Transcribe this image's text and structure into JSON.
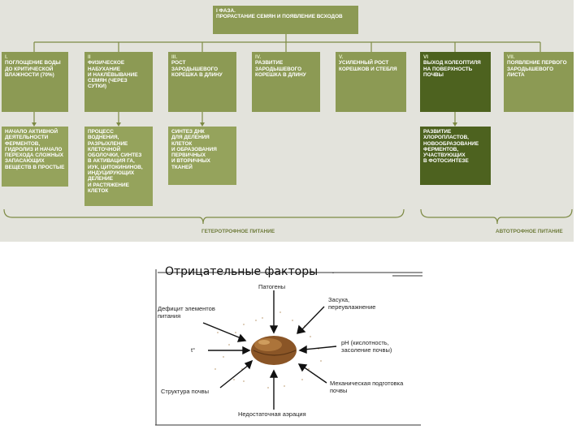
{
  "phase": {
    "title": "I фаза.\nпрорастание семян и появление всходов"
  },
  "stages": [
    {
      "num": "I.",
      "text": "Поглощение воды\nдо критической\nвлажности (70%)"
    },
    {
      "num": "II",
      "text": "Физическое\nнабухание\nи наклёвывание\nсемян (через\nсутки)"
    },
    {
      "num": "III.",
      "text": "Рост\nзародышевого\nкорешка в длину"
    },
    {
      "num": "IV.",
      "text": "Развитие\nзародышевого\nкорешка в длину"
    },
    {
      "num": "V.",
      "text": "Усиленный рост\nкорешков и стебля"
    },
    {
      "num": "VI",
      "text": "Выход колеоптиля\nна поверхность\nпочвы"
    },
    {
      "num": "VII.",
      "text": "Появление первого\nзародышевого\nлиста"
    }
  ],
  "details": [
    {
      "text": "Начало активной\nдеятельности\nферментов,\nгидролиз и начало\nперехода сложных\nзапасающих\nвеществ в простые"
    },
    {
      "text": "Процесс\nводнения,\nразрыхление\nклеточной\nоболочки, синтез\nв активация ГА,\nИУК, цитокининов,\nиндуцирующих\nделение\nи растяжение\nклеток"
    },
    {
      "text": "Синтез ДНК\nдля деления\nклеток\nи образования\nпервичных\nи вторичных\nтканей"
    },
    {
      "text": "Развитие\nхлоропластов,\nновообразование\nферментов,\nучаствующих\nв фотосинтезе"
    }
  ],
  "nutrition": {
    "hetero": "Гетеротрофное питание",
    "auto": "Автотрофное питание"
  },
  "factors": {
    "title": "Отрицательные факторы",
    "items": [
      "Патогены",
      "Засуха,\nпереувлажнение",
      "Дефицит элементов\nпитания",
      "pH (кислотность,\nзасоление почвы)",
      "t°",
      "Механическая подготовка\nпочвы",
      "Структура почвы",
      "Недостаточная аэрация"
    ]
  },
  "colors": {
    "panel": "#e3e3dc",
    "stage_box": "#8c9a54",
    "auto_box": "#4d621f",
    "line": "#7d8a44"
  }
}
